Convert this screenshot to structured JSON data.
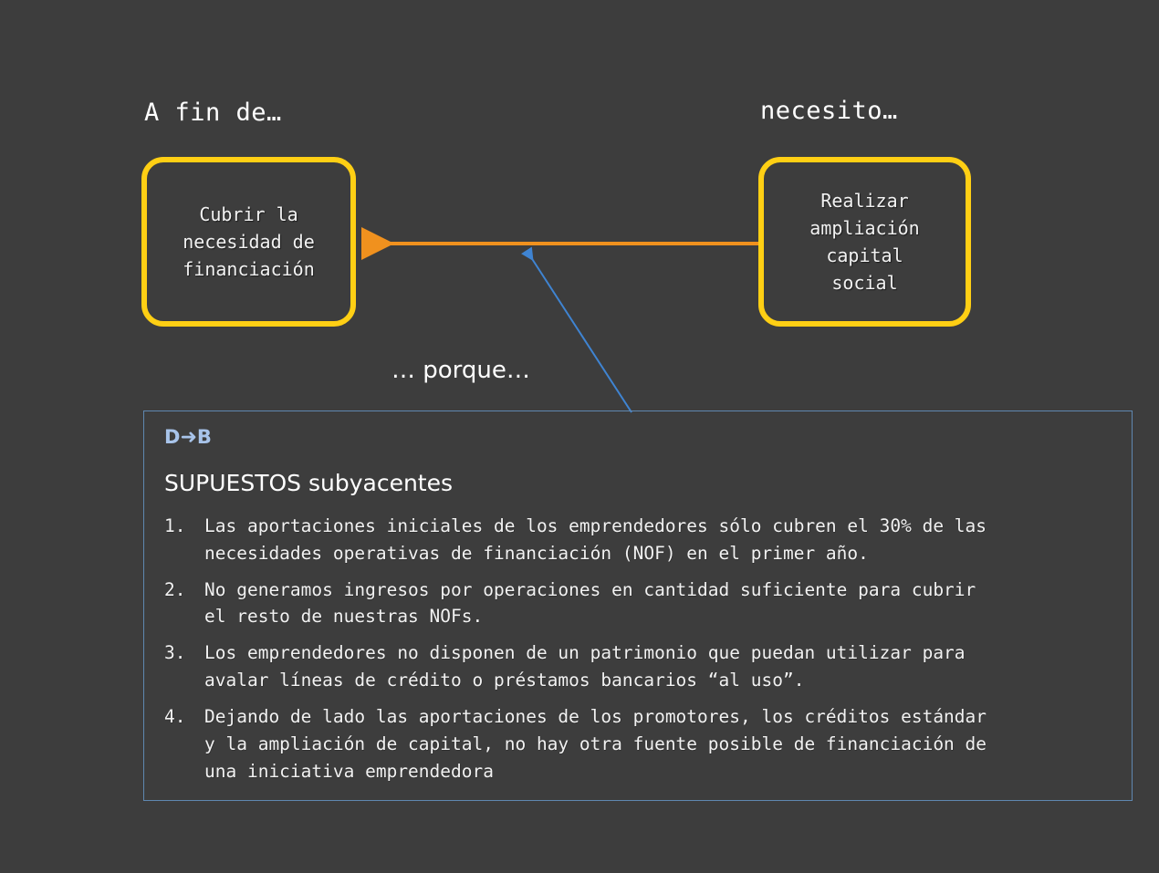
{
  "headings": {
    "left": "A fin de…",
    "right": "necesito…",
    "because": "…  porque…"
  },
  "boxes": {
    "goal": {
      "text": "Cubrir la\nnecesidad de\nfinanciación",
      "border_color": "#ffcf14"
    },
    "need": {
      "text": "Realizar\nampliación\ncapital\nsocial",
      "border_color": "#ffcf14"
    }
  },
  "connectors": {
    "need_to_goal": {
      "color": "#f0911e",
      "label": "orange-arrow-need-to-goal"
    },
    "assumptions_to_arrow": {
      "color": "#3f84d2",
      "label": "blue-arrow-assumptions-to-connection"
    }
  },
  "panel": {
    "tag_left": "D",
    "tag_arrow": "➜",
    "tag_right": "B",
    "tag_color": "#a8c4ea",
    "border_color": "#5f87b0",
    "title": "SUPUESTOS subyacentes",
    "items": [
      {
        "number": "1.",
        "text": "Las aportaciones iniciales de los emprendedores sólo cubren el 30% de las\nnecesidades operativas de financiación (NOF) en el primer año."
      },
      {
        "number": "2.",
        "text": "No generamos ingresos por operaciones en cantidad suficiente para cubrir\nel resto de nuestras NOFs."
      },
      {
        "number": "3.",
        "text": "Los emprendedores no disponen de un patrimonio que puedan utilizar para\navalar líneas de crédito o préstamos bancarios “al uso”."
      },
      {
        "number": "4.",
        "text": "Dejando de lado las aportaciones de los promotores, los créditos estándar\ny la ampliación de capital, no hay otra fuente posible de financiación de\nuna iniciativa emprendedora"
      }
    ]
  },
  "theme": {
    "background": "#3d3d3d",
    "text_color": "#f2f2f2",
    "accent_yellow": "#ffcf14",
    "accent_orange": "#f0911e",
    "accent_blue": "#3f84d2"
  }
}
